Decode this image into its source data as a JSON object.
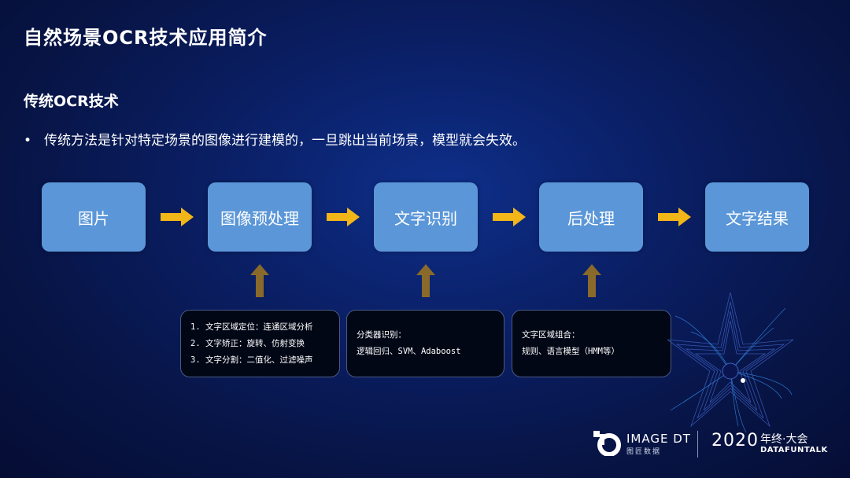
{
  "slide": {
    "title": "自然场景OCR技术应用简介",
    "section_title": "传统OCR技术",
    "bullet_marker": "•",
    "bullet_text": "传统方法是针对特定场景的图像进行建模的，一旦跳出当前场景，模型就会失效。"
  },
  "flow": {
    "steps": [
      "图片",
      "图像预处理",
      "文字识别",
      "后处理",
      "文字结果"
    ],
    "notes": {
      "preprocess": [
        "1. 文字区域定位：连通区域分析",
        "2. 文字矫正：旋转、仿射变换",
        "3. 文字分割：二值化、过滤噪声"
      ],
      "recognition": [
        "分类器识别：",
        "逻辑回归、SVM、Adaboost"
      ],
      "postprocess": [
        "文字区域组合：",
        "规则、语言模型（HMM等）"
      ]
    }
  },
  "branding": {
    "logo_name": "IMAGE DT",
    "logo_cn": "图匠数据",
    "year": "2020",
    "event_cn": "年终·大会",
    "event_en": "DATAFUNTALK"
  },
  "colors": {
    "box_fill": "#5b97d8",
    "arrow_right": "#f2b619",
    "arrow_up": "#8a6a2a"
  }
}
